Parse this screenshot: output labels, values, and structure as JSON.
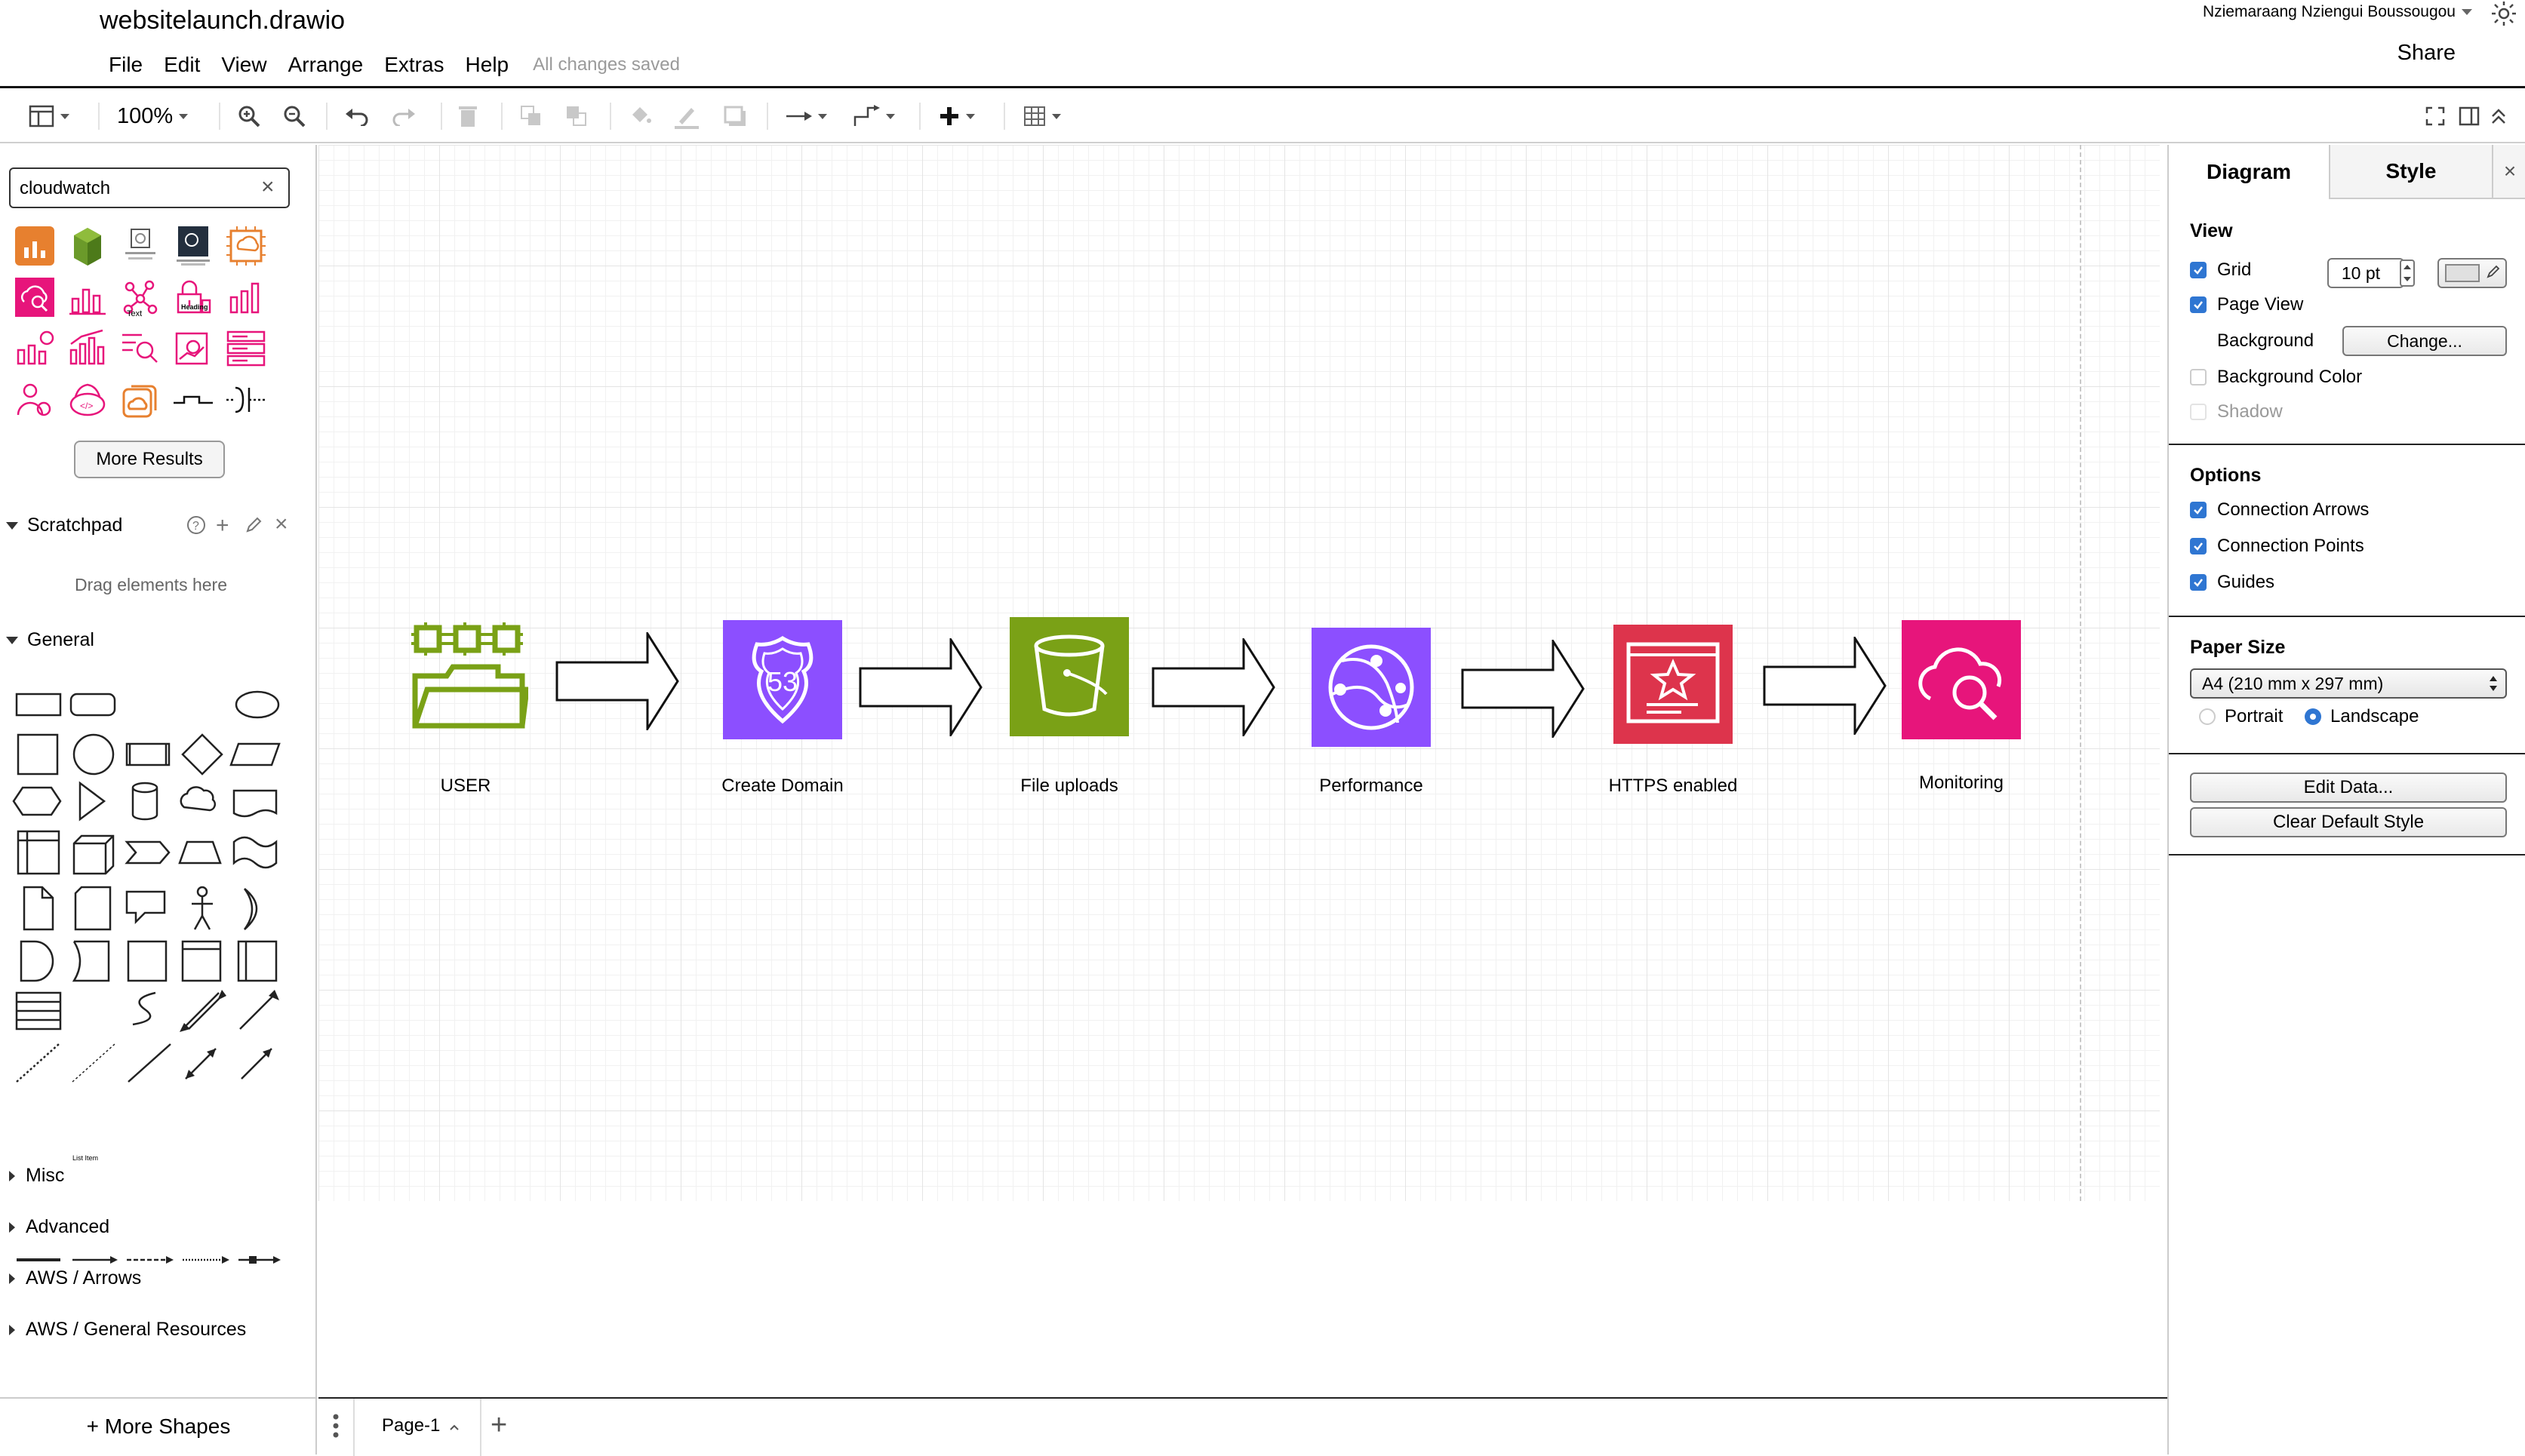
{
  "header": {
    "file_title": "websitelaunch.drawio",
    "user_name": "Nziemaraang Nziengui Boussougou",
    "share_label": "Share",
    "menus": [
      "File",
      "Edit",
      "View",
      "Arrange",
      "Extras",
      "Help"
    ],
    "save_status": "All changes saved"
  },
  "toolbar": {
    "zoom": "100%",
    "icons": [
      "format-panel-icon",
      "zoom-in-icon",
      "zoom-out-icon",
      "undo-icon",
      "redo-icon",
      "delete-icon",
      "to-front-icon",
      "to-back-icon",
      "fill-color-icon",
      "line-color-icon",
      "shadow-icon",
      "connection-icon",
      "waypoints-icon",
      "insert-icon",
      "table-icon",
      "fullscreen-icon",
      "toggle-panel-icon",
      "collapse-icon"
    ]
  },
  "sidebar": {
    "search_value": "cloudwatch",
    "more_results": "More Results",
    "scratchpad_title": "Scratchpad",
    "scratchpad_hint": "Drag elements here",
    "general_title": "General",
    "general_text_shape": "Text",
    "general_heading_shape": "Heading",
    "general_list_item": "List Item",
    "collapsed_sections": [
      "Misc",
      "Advanced",
      "AWS / Arrows",
      "AWS / General Resources"
    ],
    "more_shapes": "+ More Shapes"
  },
  "diagram": {
    "nodes": [
      {
        "label": "USER",
        "icon": "users-folder-icon",
        "color": "#7aa116"
      },
      {
        "label": "Create Domain",
        "icon": "route53-icon",
        "color": "#8c4fff"
      },
      {
        "label": "File uploads",
        "icon": "s3-bucket-icon",
        "color": "#7aa116"
      },
      {
        "label": "Performance",
        "icon": "cloudfront-icon",
        "color": "#8c4fff"
      },
      {
        "label": "HTTPS enabled",
        "icon": "certificate-manager-icon",
        "color": "#dd344c"
      },
      {
        "label": "Monitoring",
        "icon": "cloudwatch-icon",
        "color": "#e7157b"
      }
    ]
  },
  "pages": {
    "current": "Page-1"
  },
  "format_panel": {
    "tabs": [
      "Diagram",
      "Style"
    ],
    "view_title": "View",
    "grid_label": "Grid",
    "grid_size": "10 pt",
    "page_view_label": "Page View",
    "background_label": "Background",
    "change_button": "Change...",
    "background_color_label": "Background Color",
    "shadow_label": "Shadow",
    "options_title": "Options",
    "connection_arrows": "Connection Arrows",
    "connection_points": "Connection Points",
    "guides": "Guides",
    "paper_size_title": "Paper Size",
    "paper_size_value": "A4 (210 mm x 297 mm)",
    "portrait": "Portrait",
    "landscape": "Landscape",
    "edit_data": "Edit Data...",
    "clear_default_style": "Clear Default Style"
  }
}
